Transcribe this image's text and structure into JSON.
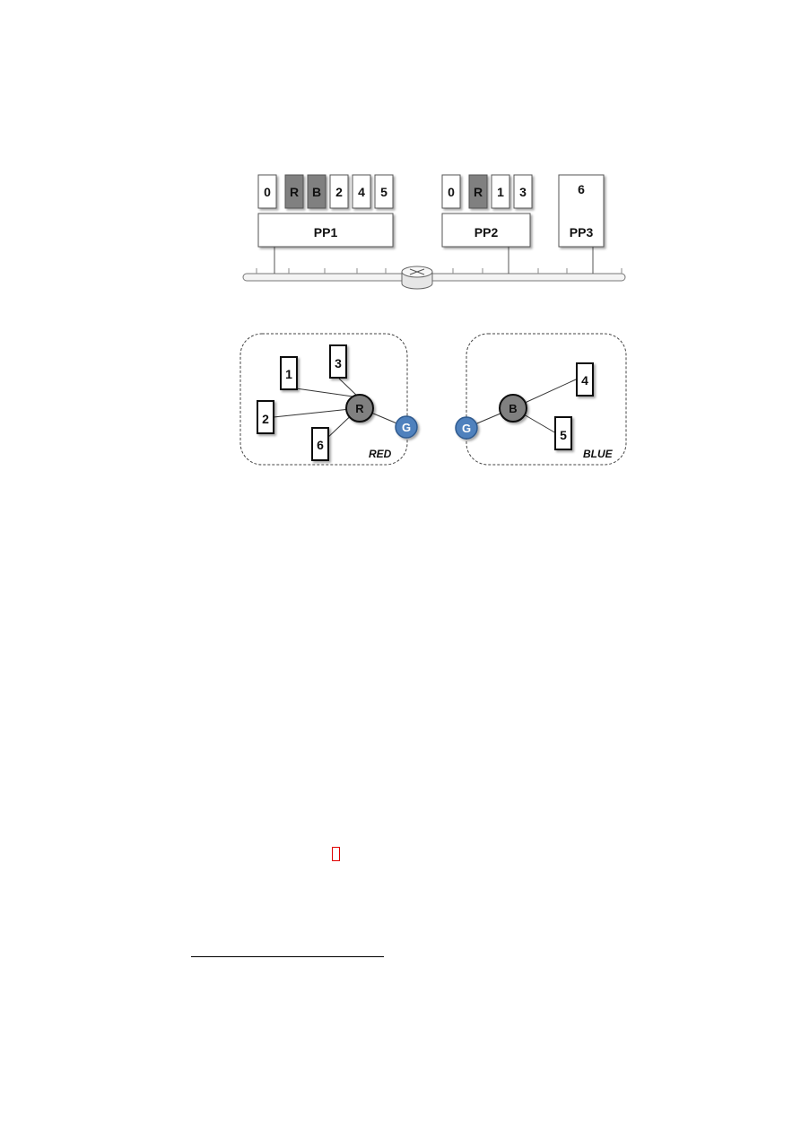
{
  "hosts": [
    {
      "label": "PP1",
      "vms": [
        {
          "label": "0",
          "kind": "vm"
        },
        {
          "label": "R",
          "kind": "router"
        },
        {
          "label": "B",
          "kind": "router"
        },
        {
          "label": "2",
          "kind": "vm"
        },
        {
          "label": "4",
          "kind": "vm"
        },
        {
          "label": "5",
          "kind": "vm"
        }
      ]
    },
    {
      "label": "PP2",
      "vms": [
        {
          "label": "0",
          "kind": "vm"
        },
        {
          "label": "R",
          "kind": "router"
        },
        {
          "label": "1",
          "kind": "vm"
        },
        {
          "label": "3",
          "kind": "vm"
        }
      ]
    },
    {
      "label": "PP3",
      "vms": [
        {
          "label": "6",
          "kind": "vm"
        }
      ]
    }
  ],
  "domains": [
    {
      "name": "RED",
      "router": "R",
      "gateway": "G",
      "members": [
        "1",
        "2",
        "3",
        "6"
      ]
    },
    {
      "name": "BLUE",
      "router": "B",
      "gateway": "G",
      "members": [
        "4",
        "5"
      ]
    }
  ],
  "colors": {
    "router_fill": "#808080",
    "gateway_fill": "#4f81bd",
    "gateway_text": "#ffffff",
    "missing_glyph": "#e00000"
  }
}
